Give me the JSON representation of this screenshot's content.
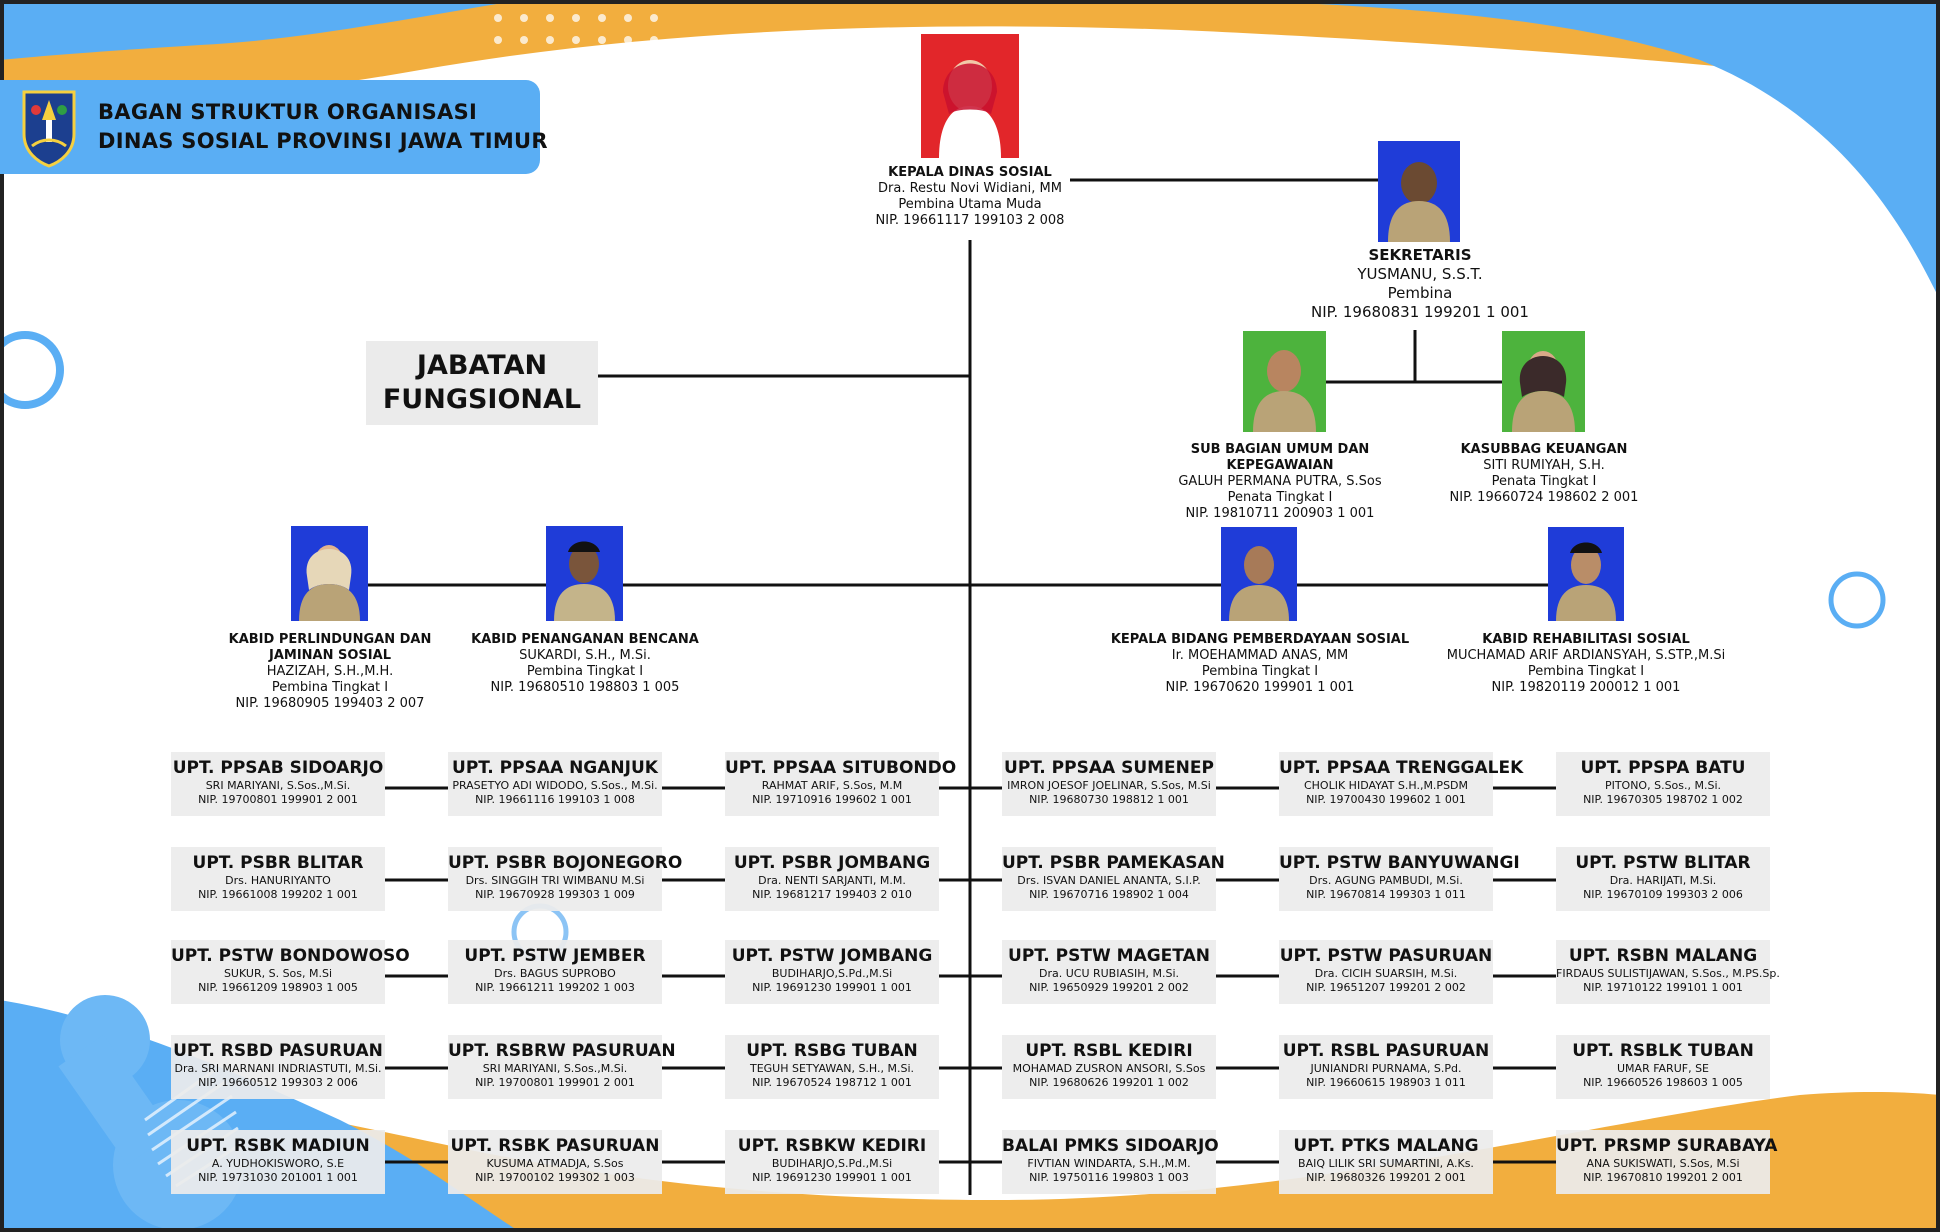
{
  "header": {
    "title_line1": "BAGAN STRUKTUR ORGANISASI",
    "title_line2": "DINAS SOSIAL PROVINSI JAWA TIMUR"
  },
  "colors": {
    "accent_blue": "#5aaef4",
    "accent_orange": "#f2ae3e",
    "box_gray": "#ececec",
    "line": "#111111"
  },
  "kepala": {
    "role": "KEPALA DINAS SOSIAL",
    "name": "Dra. Restu Novi Widiani, MM",
    "rank": "Pembina Utama Muda",
    "nip": "NIP.  19661117 199103 2 008"
  },
  "sekretaris": {
    "role": "SEKRETARIS",
    "name": "YUSMANU, S.S.T.",
    "rank": "Pembina",
    "nip": "NIP. 19680831 199201 1 001"
  },
  "subbag_umum": {
    "role_line1": "SUB BAGIAN UMUM DAN",
    "role_line2": "KEPEGAWAIAN",
    "name": "GALUH PERMANA PUTRA, S.Sos",
    "rank": "Penata Tingkat I",
    "nip": "NIP.  19810711 200903 1 001"
  },
  "kasubbag_keuangan": {
    "role": "KASUBBAG KEUANGAN",
    "name": "SITI RUMIYAH, S.H.",
    "rank": "Penata Tingkat I",
    "nip": "NIP. 19660724 198602 2 001"
  },
  "jabatan_fungsional": {
    "line1": "JABATAN",
    "line2": "FUNGSIONAL"
  },
  "kabid_perlindungan": {
    "role_line1": "KABID PERLINDUNGAN DAN",
    "role_line2": "JAMINAN SOSIAL",
    "name": "HAZIZAH, S.H.,M.H.",
    "rank": "Pembina Tingkat I",
    "nip": "NIP.  19680905 199403 2 007"
  },
  "kabid_penanganan": {
    "role": "KABID PENANGANAN BENCANA",
    "name": "SUKARDI, S.H., M.Si.",
    "rank": "Pembina Tingkat I",
    "nip": "NIP. 19680510 198803 1 005"
  },
  "kepala_pemberdayaan": {
    "role": "KEPALA BIDANG PEMBERDAYAAN SOSIAL",
    "name": "Ir. MOEHAMMAD ANAS, MM",
    "rank": "Pembina Tingkat I",
    "nip": "NIP.  19670620 199901 1 001"
  },
  "kabid_rehabilitasi": {
    "role": "KABID REHABILITASI SOSIAL",
    "name": "MUCHAMAD ARIF ARDIANSYAH, S.STP.,M.Si",
    "rank": "Pembina Tingkat I",
    "nip": "NIP. 19820119 200012 1 001"
  },
  "upt_rows": [
    [
      {
        "name": "UPT. PPSAB SIDOARJO",
        "head": "SRI MARIYANI, S.Sos.,M.Si.",
        "nip": "NIP. 19700801 199901 2 001"
      },
      {
        "name": "UPT. PPSAA NGANJUK",
        "head": "PRASETYO ADI WIDODO, S.Sos., M.Si.",
        "nip": "NIP. 19661116 199103 1 008"
      },
      {
        "name": "UPT. PPSAA SITUBONDO",
        "head": "RAHMAT ARIF, S.Sos, M.M",
        "nip": "NIP. 19710916 199602 1 001"
      },
      {
        "name": "UPT. PPSAA SUMENEP",
        "head": "IMRON JOESOF JOELINAR, S.Sos, M.Si",
        "nip": "NIP. 19680730 198812 1 001"
      },
      {
        "name": "UPT. PPSAA TRENGGALEK",
        "head": "CHOLIK HIDAYAT S.H.,M.PSDM",
        "nip": "NIP. 19700430 199602 1 001"
      },
      {
        "name": "UPT. PPSPA BATU",
        "head": "PITONO, S.Sos., M.Si.",
        "nip": "NIP. 19670305 198702 1 002"
      }
    ],
    [
      {
        "name": "UPT. PSBR BLITAR",
        "head": "Drs. HANURIYANTO",
        "nip": "NIP. 19661008 199202 1 001"
      },
      {
        "name": "UPT. PSBR BOJONEGORO",
        "head": "Drs. SINGGIH TRI WIMBANU M.Si",
        "nip": "NIP. 19670928 199303 1 009"
      },
      {
        "name": "UPT. PSBR JOMBANG",
        "head": "Dra. NENTI SARJANTI, M.M.",
        "nip": "NIP. 19681217 199403 2 010"
      },
      {
        "name": "UPT. PSBR PAMEKASAN",
        "head": "Drs. ISVAN DANIEL ANANTA, S.I.P.",
        "nip": "NIP. 19670716 198902 1 004"
      },
      {
        "name": "UPT. PSTW BANYUWANGI",
        "head": "Drs. AGUNG PAMBUDI, M.Si.",
        "nip": "NIP. 19670814 199303 1 011"
      },
      {
        "name": "UPT. PSTW BLITAR",
        "head": "Dra. HARIJATI, M.Si.",
        "nip": "NIP. 19670109 199303 2 006"
      }
    ],
    [
      {
        "name": "UPT. PSTW BONDOWOSO",
        "head": "SUKUR, S. Sos, M.Si",
        "nip": "NIP. 19661209 198903 1 005"
      },
      {
        "name": "UPT. PSTW JEMBER",
        "head": "Drs. BAGUS SUPROBO",
        "nip": "NIP. 19661211 199202 1 003"
      },
      {
        "name": "UPT. PSTW JOMBANG",
        "head": "BUDIHARJO,S.Pd.,M.Si",
        "nip": "NIP. 19691230 199901 1 001"
      },
      {
        "name": "UPT. PSTW MAGETAN",
        "head": "Dra. UCU RUBIASIH, M.Si.",
        "nip": "NIP. 19650929 199201 2 002"
      },
      {
        "name": "UPT. PSTW PASURUAN",
        "head": "Dra. CICIH SUARSIH, M.Si.",
        "nip": "NIP. 19651207 199201 2 002"
      },
      {
        "name": "UPT. RSBN MALANG",
        "head": "FIRDAUS SULISTIJAWAN, S.Sos., M.PS.Sp.",
        "nip": "NIP. 19710122 199101 1 001"
      }
    ],
    [
      {
        "name": "UPT. RSBD PASURUAN",
        "head": "Dra. SRI MARNANI INDRIASTUTI, M.Si.",
        "nip": "NIP. 19660512 199303 2 006"
      },
      {
        "name": "UPT. RSBRW PASURUAN",
        "head": "SRI MARIYANI, S.Sos.,M.Si.",
        "nip": "NIP. 19700801 199901 2 001"
      },
      {
        "name": "UPT. RSBG TUBAN",
        "head": "TEGUH SETYAWAN, S.H., M.Si.",
        "nip": "NIP. 19670524 198712 1 001"
      },
      {
        "name": "UPT. RSBL KEDIRI",
        "head": "MOHAMAD ZUSRON ANSORI, S.Sos",
        "nip": "NIP. 19680626 199201 1 002"
      },
      {
        "name": "UPT. RSBL PASURUAN",
        "head": "JUNIANDRI PURNAMA, S.Pd.",
        "nip": "NIP. 19660615 198903 1 011"
      },
      {
        "name": "UPT. RSBLK TUBAN",
        "head": "UMAR FARUF, SE",
        "nip": "NIP. 19660526 198603 1 005"
      }
    ],
    [
      {
        "name": "UPT. RSBK MADIUN",
        "head": "A. YUDHOKISWORO, S.E",
        "nip": "NIP. 19731030 201001 1 001"
      },
      {
        "name": "UPT. RSBK PASURUAN",
        "head": "KUSUMA ATMADJA, S.Sos",
        "nip": "NIP. 19700102 199302 1 003"
      },
      {
        "name": "UPT. RSBKW KEDIRI",
        "head": "BUDIHARJO,S.Pd.,M.Si",
        "nip": "NIP. 19691230 199901 1 001"
      },
      {
        "name": "BALAI PMKS SIDOARJO",
        "head": "FIVTIAN WINDARTA, S.H.,M.M.",
        "nip": "NIP. 19750116 199803 1 003"
      },
      {
        "name": "UPT. PTKS MALANG",
        "head": "BAIQ LILIK SRI SUMARTINI, A.Ks.",
        "nip": "NIP. 19680326 199201 2 001"
      },
      {
        "name": "UPT. PRSMP SURABAYA",
        "head": "ANA SUKISWATI, S.Sos, M.Si",
        "nip": "NIP. 19670810 199201 2 001"
      }
    ]
  ]
}
